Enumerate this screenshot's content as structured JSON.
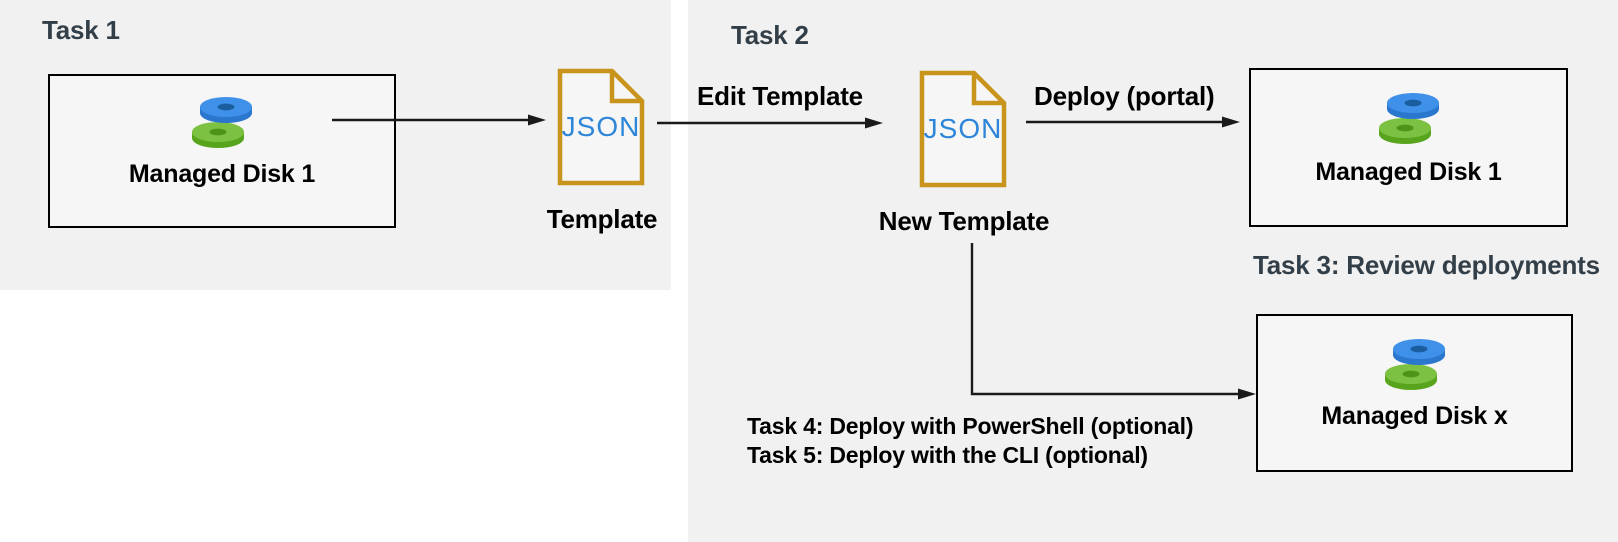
{
  "colors": {
    "panel-bg": "#f1f1f1",
    "box-bg": "#f6f6f6",
    "box-border": "#000000",
    "heading": "#333f48",
    "label": "#000000",
    "arrow": "#1a1a1a",
    "file-gold": "#c8941c",
    "json-blue": "#2e86d8",
    "disk-blue-top": "#3f90e8",
    "disk-blue-side": "#2b77ce",
    "disk-blue-hole": "#1a5ea0",
    "disk-green-top": "#7cc142",
    "disk-green-side": "#58a51d",
    "disk-green-hole": "#4d9418"
  },
  "panels": {
    "task1": {
      "title": "Task 1"
    },
    "task2": {
      "title": "Task 2"
    }
  },
  "nodes": {
    "disk1_source": {
      "label": "Managed Disk 1"
    },
    "template": {
      "file_text": "JSON",
      "caption": "Template"
    },
    "new_template": {
      "file_text": "JSON",
      "caption": "New Template"
    },
    "disk1_deployed": {
      "label": "Managed Disk 1"
    },
    "disk_x": {
      "label": "Managed Disk x"
    }
  },
  "arrows": {
    "edit_template": {
      "label": "Edit Template"
    },
    "deploy_portal": {
      "label": "Deploy (portal)"
    }
  },
  "captions": {
    "task3": "Task 3: Review deployments",
    "task4": "Task 4: Deploy with PowerShell (optional)",
    "task5": "Task 5: Deploy with the CLI (optional)"
  }
}
